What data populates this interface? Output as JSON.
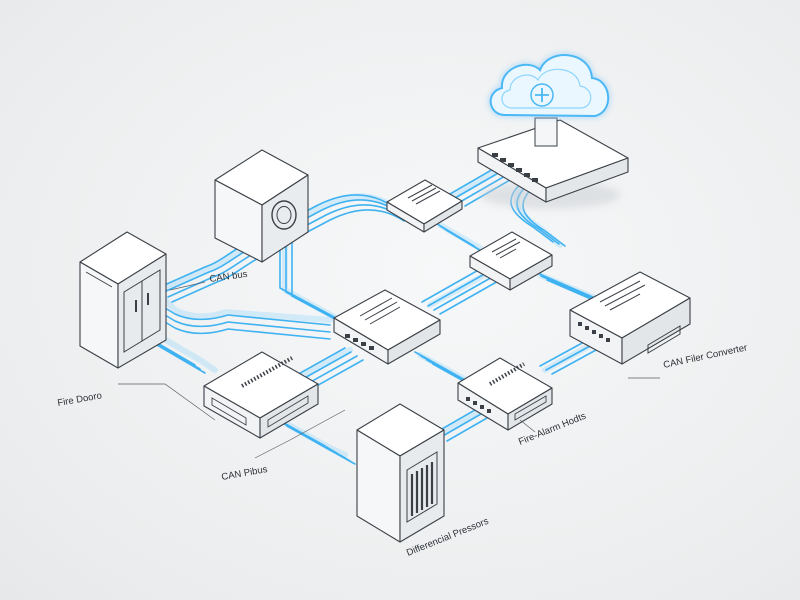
{
  "labels": {
    "can_bus_top": "CAN bus",
    "fire_doors": "Fire Dooro",
    "can_bus_bottom": "CAN Pibus",
    "can_filter_converter": "CAN Filer Converter",
    "fire_alarm": "Fire-Alarm Hodts",
    "differential_pressors": "Differencial Pressors"
  },
  "colors": {
    "cable": "#3fb2f2",
    "cable_glow": "#7fd0ff",
    "device_outline": "#3b4047",
    "cloud_glow": "#8fd6ff"
  },
  "icons": [
    "cloud-icon",
    "plus-icon",
    "cabinet-icon",
    "ring-icon",
    "vent-icon"
  ]
}
